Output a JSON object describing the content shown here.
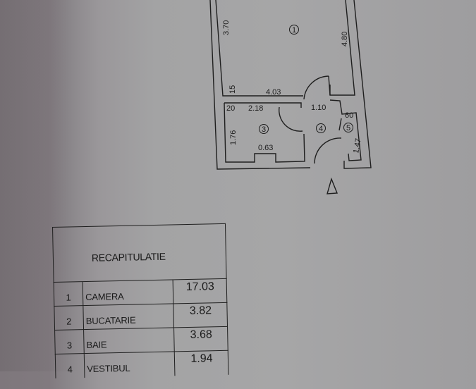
{
  "floor_plan": {
    "rooms": [
      {
        "id": "1",
        "marker": "①"
      },
      {
        "id": "3",
        "marker": "③"
      },
      {
        "id": "4",
        "marker": "④"
      },
      {
        "id": "5",
        "marker": "⑤"
      }
    ],
    "dimensions": {
      "room1_left_height": "3.70",
      "room1_right_height": "4.80",
      "room1_width": "4.03",
      "wall_15": "15",
      "wall_20": "20",
      "room3_width": "2.18",
      "room3_height": "1.76",
      "room3_niche": "0.63",
      "room4_width": "1.10",
      "room5_width": "60",
      "room5_height": "1.47"
    },
    "entrance_icon": "triangle-entrance-marker"
  },
  "summary_table": {
    "title": "RECAPITULATIE",
    "rows": [
      {
        "num": "1",
        "name": "CAMERA",
        "area": "17.03"
      },
      {
        "num": "2",
        "name": "BUCATARIE",
        "area": "3.82"
      },
      {
        "num": "3",
        "name": "BAIE",
        "area": "3.68"
      },
      {
        "num": "4",
        "name": "VESTIBUL",
        "area": "1.94"
      }
    ]
  }
}
